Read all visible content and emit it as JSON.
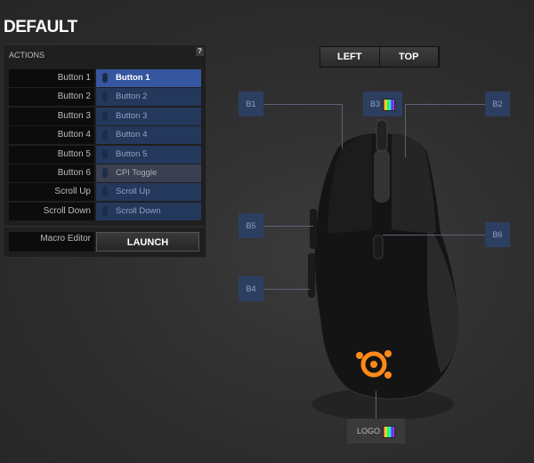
{
  "title": "DEFAULT",
  "actions": {
    "header": "ACTIONS",
    "help": "?",
    "rows": [
      {
        "label": "Button 1",
        "value": "Button 1"
      },
      {
        "label": "Button 2",
        "value": "Button 2"
      },
      {
        "label": "Button 3",
        "value": "Button 3"
      },
      {
        "label": "Button 4",
        "value": "Button 4"
      },
      {
        "label": "Button 5",
        "value": "Button 5"
      },
      {
        "label": "Button 6",
        "value": "CPI Toggle"
      },
      {
        "label": "Scroll Up",
        "value": "Scroll Up"
      },
      {
        "label": "Scroll Down",
        "value": "Scroll Down"
      }
    ],
    "macro_label": "Macro Editor",
    "launch": "LAUNCH"
  },
  "views": [
    "LEFT",
    "TOP"
  ],
  "callouts": {
    "b1": "B1",
    "b2": "B2",
    "b3": "B3",
    "b4": "B4",
    "b5": "B5",
    "b6": "B6",
    "logo": "LOGO"
  },
  "colors": {
    "selected": "#3656a0",
    "logo_glow": "#ff8a1a"
  }
}
